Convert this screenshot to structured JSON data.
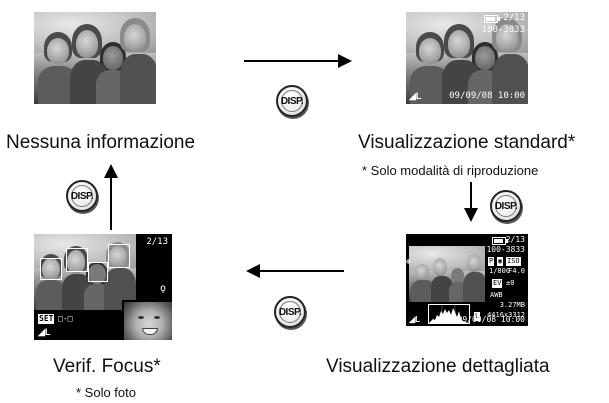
{
  "modes": {
    "none": {
      "caption": "Nessuna informazione"
    },
    "standard": {
      "caption": "Visualizzazione standard*",
      "note": "* Solo modalità di riproduzione",
      "frame": "2/13",
      "folder_file": "100-3833",
      "datetime": "09/09/08 10:00"
    },
    "detailed": {
      "caption": "Visualizzazione dettagliata",
      "frame": "2/13",
      "folder_file": "100-3833",
      "shutter": "1/800",
      "aperture": "F4.0",
      "exposure_comp": "±0",
      "file_size": "3.27MB",
      "resolution": "4416x3312",
      "datetime": "09/09/08 10:00"
    },
    "focus": {
      "caption": "Verif. Focus*",
      "note": "* Solo foto",
      "frame": "2/13",
      "set_label": "SET",
      "set_icon_text": "□-□"
    }
  },
  "disp_button_label": "DISP.",
  "icons": {
    "battery": "battery-icon",
    "rating": "rating-icon",
    "zoom": "magnify-icon",
    "histogram": "histogram-icon",
    "size": "size-L-icon"
  },
  "colors": {
    "screen": "#000000",
    "overlay_text": "#ffffff",
    "arrows": "#000000"
  }
}
